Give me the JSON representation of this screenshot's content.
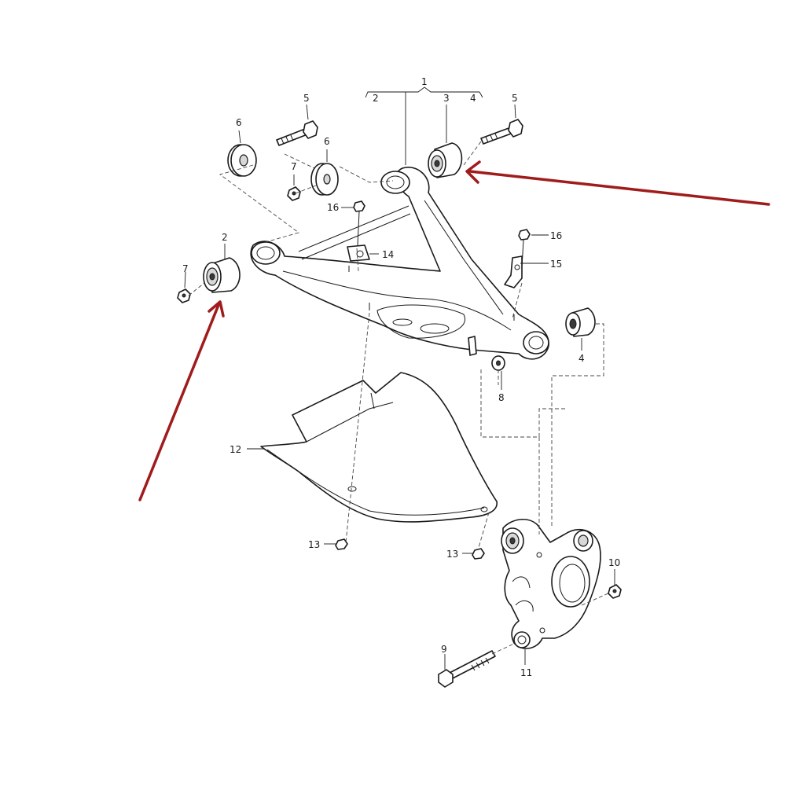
{
  "diagram": {
    "callouts": {
      "c1": "1",
      "c2_top": "2",
      "c3": "3",
      "c4_top": "4",
      "c5_left": "5",
      "c5_right": "5",
      "c6_left": "6",
      "c6_mid": "6",
      "c7_top": "7",
      "c7_left": "7",
      "c2_left": "2",
      "c16_left": "16",
      "c14": "14",
      "c16_right": "16",
      "c15": "15",
      "c4_right": "4",
      "c8": "8",
      "c12": "12",
      "c13_left": "13",
      "c13_right": "13",
      "c10": "10",
      "c9": "9",
      "c11": "11"
    },
    "arrow_color": "#a01c1c",
    "line_color": "#1a1a1a"
  }
}
